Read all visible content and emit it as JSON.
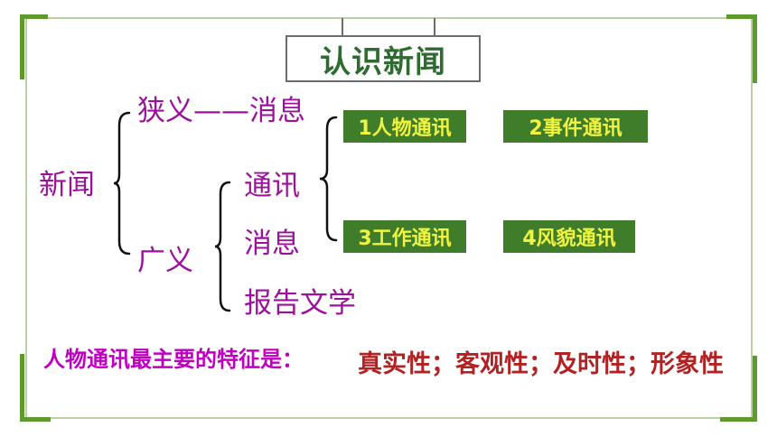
{
  "title": "认识新闻",
  "root": "新闻",
  "narrow": {
    "label": "狭义——消息"
  },
  "broad": {
    "label": "广义",
    "items": [
      "通讯",
      "消息",
      "报告文学"
    ]
  },
  "tongxun_types": [
    "1人物通讯",
    "2事件通讯",
    "3工作通讯",
    "4风貌通讯"
  ],
  "feature": {
    "question": "人物通讯最主要的特征是：",
    "answer": "真实性；客观性；及时性；形象性"
  },
  "colors": {
    "title": "#2f6b31",
    "purple": "#9b119b",
    "box_bg": "#3f7d2b",
    "box_text": "#f1f43f",
    "answer": "#b22222",
    "frame": "#5f9a2d"
  }
}
